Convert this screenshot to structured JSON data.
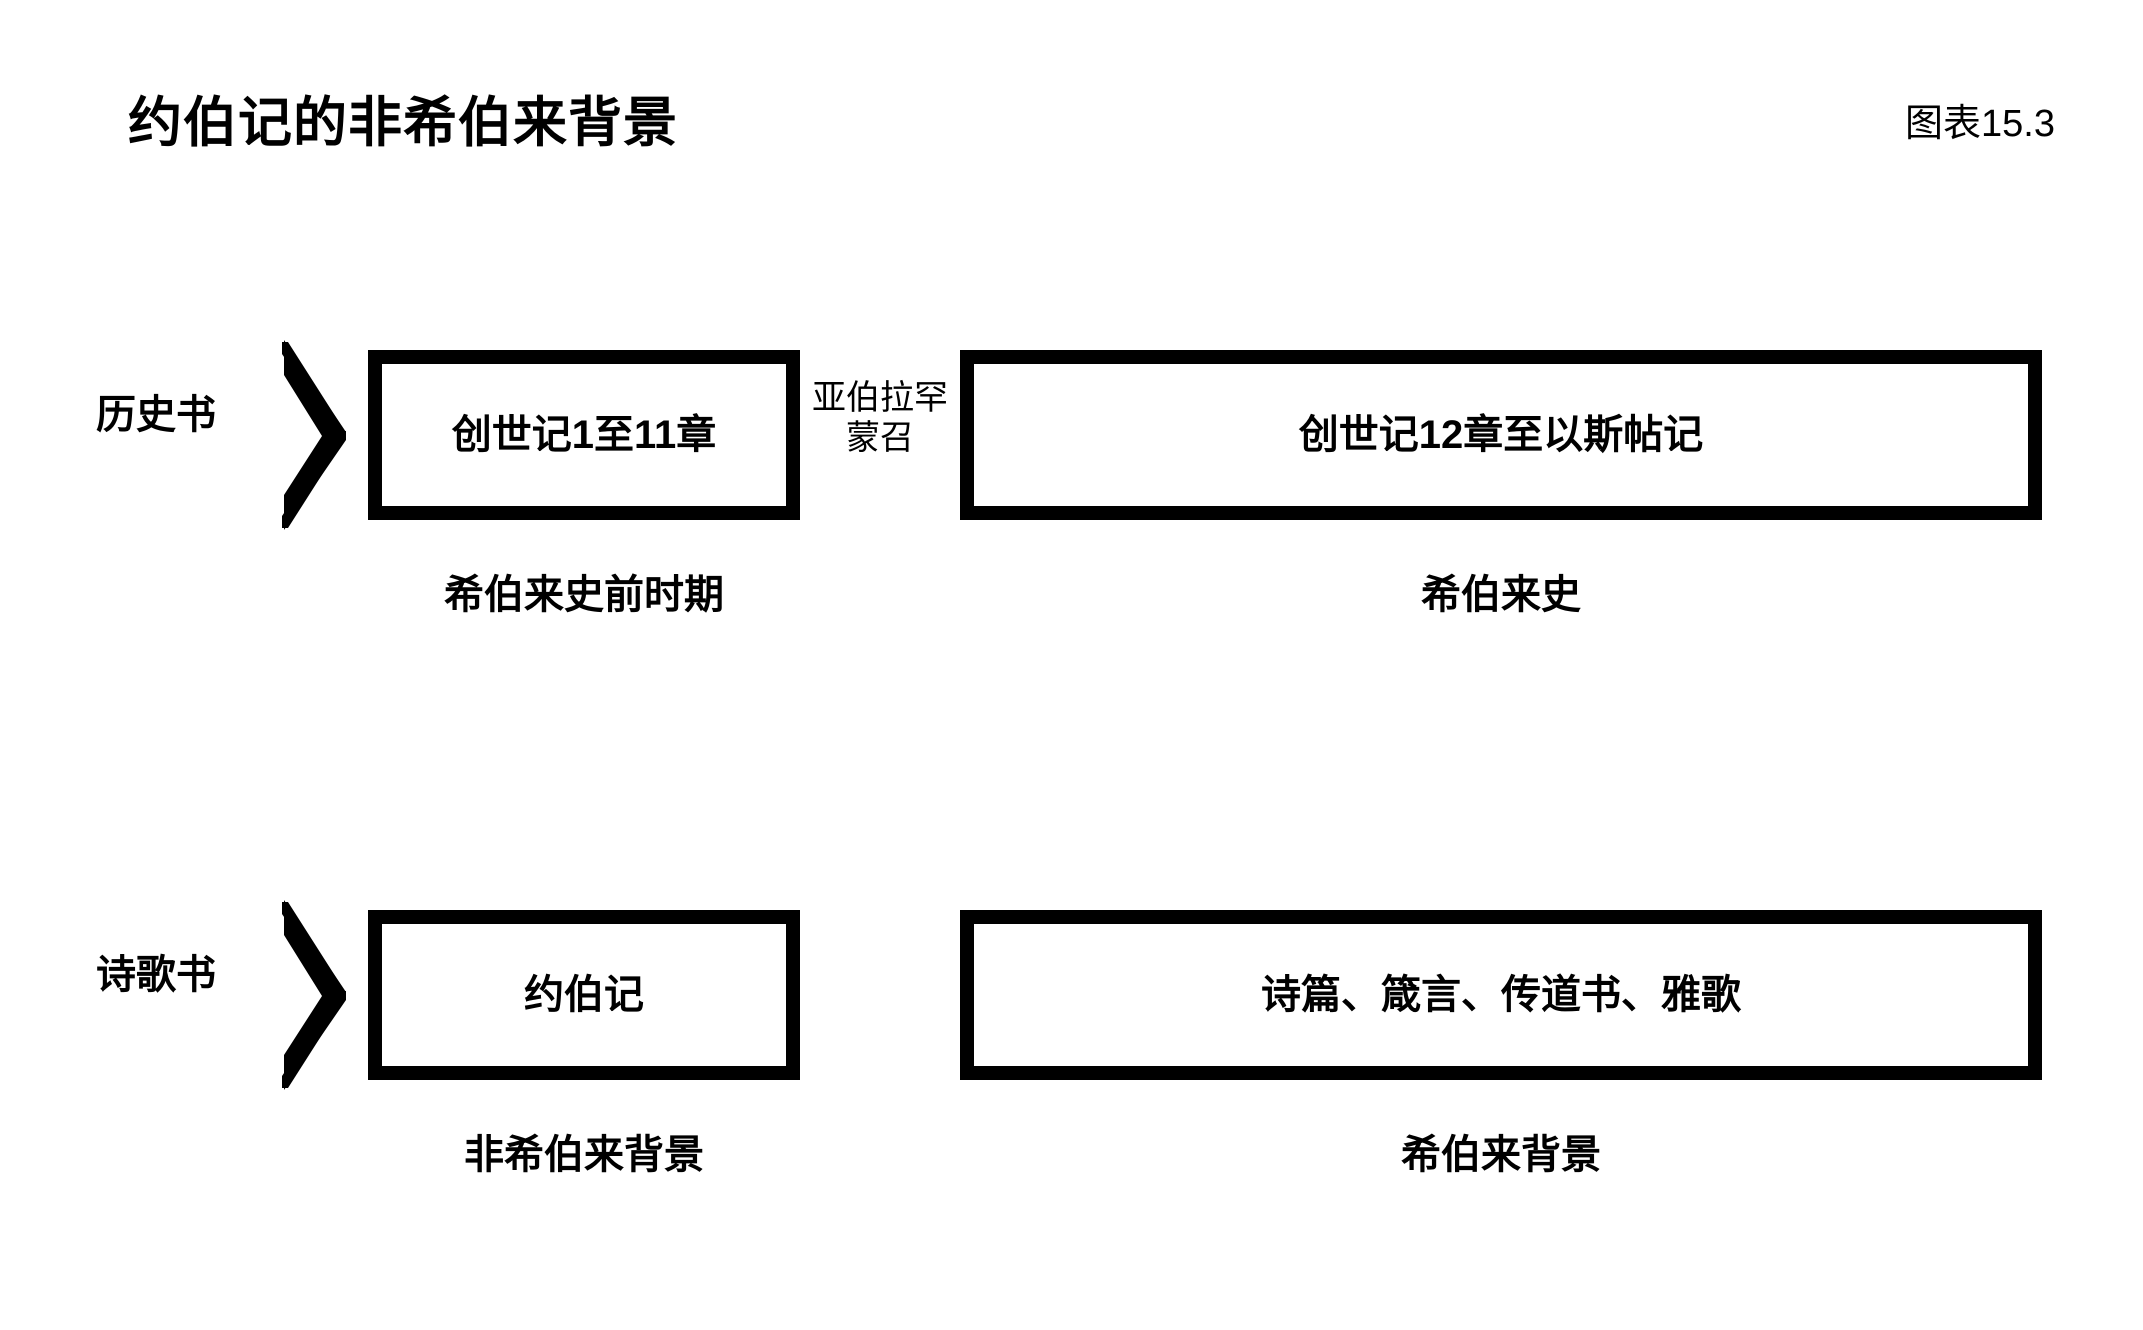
{
  "header": {
    "title": "约伯记的非希伯来背景",
    "figure_label": "图表15.3"
  },
  "rows": [
    {
      "label": "历史书",
      "chevron_icon": "chevron-right-icon",
      "left_box": {
        "text": "创世记1至11章"
      },
      "connector_note": {
        "line1": "亚伯拉罕",
        "line2": "蒙召"
      },
      "right_box": {
        "text": "创世记12章至以斯帖记"
      },
      "left_caption": "希伯来史前时期",
      "right_caption": "希伯来史"
    },
    {
      "label": "诗歌书",
      "chevron_icon": "chevron-right-icon",
      "left_box": {
        "text": "约伯记"
      },
      "right_box": {
        "text": "诗篇、箴言、传道书、雅歌"
      },
      "left_caption": "非希伯来背景",
      "right_caption": "希伯来背景"
    }
  ],
  "colors": {
    "ink": "#000000",
    "background": "#ffffff"
  }
}
